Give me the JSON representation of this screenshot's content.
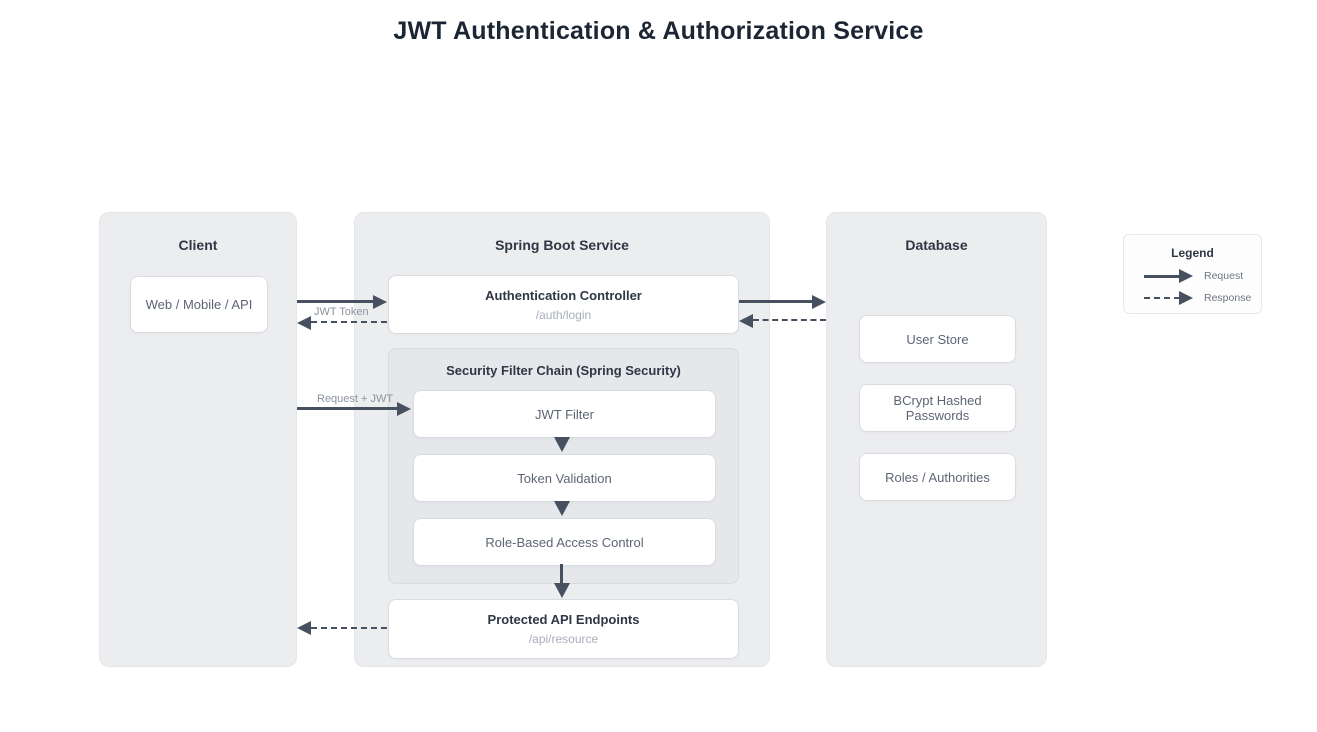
{
  "page_title": "JWT Authentication & Authorization Service",
  "client": {
    "title": "Client",
    "node": "Web / Mobile / API"
  },
  "service": {
    "title": "Spring Boot Service",
    "auth_controller": {
      "title": "Authentication Controller",
      "subtitle": "/auth/login"
    },
    "filter_chain": {
      "title": "Security Filter Chain (Spring Security)",
      "steps": [
        "JWT Filter",
        "Token Validation",
        "Role-Based Access Control"
      ]
    },
    "protected_endpoints": {
      "title": "Protected API Endpoints",
      "subtitle": "/api/resource"
    }
  },
  "database": {
    "title": "Database",
    "nodes": [
      "User Store",
      "BCrypt Hashed Passwords",
      "Roles / Authorities"
    ]
  },
  "edge_labels": {
    "jwt_token": "JWT Token",
    "request_jwt": "Request + JWT"
  },
  "legend": {
    "title": "Legend",
    "items": [
      {
        "style": "solid",
        "label": "Request"
      },
      {
        "style": "dashed",
        "label": "Response"
      }
    ]
  },
  "colors": {
    "arrow": "#47505F",
    "container_bg": "#ECEDEF",
    "chain_bg": "#E5E7EA",
    "node_bg": "#FFFFFF",
    "node_border": "#D9DCE1",
    "heading_text": "#2F3745",
    "body_text": "#5D6574",
    "muted_text": "#A9AFBA",
    "edge_label_text": "#8C939E"
  }
}
